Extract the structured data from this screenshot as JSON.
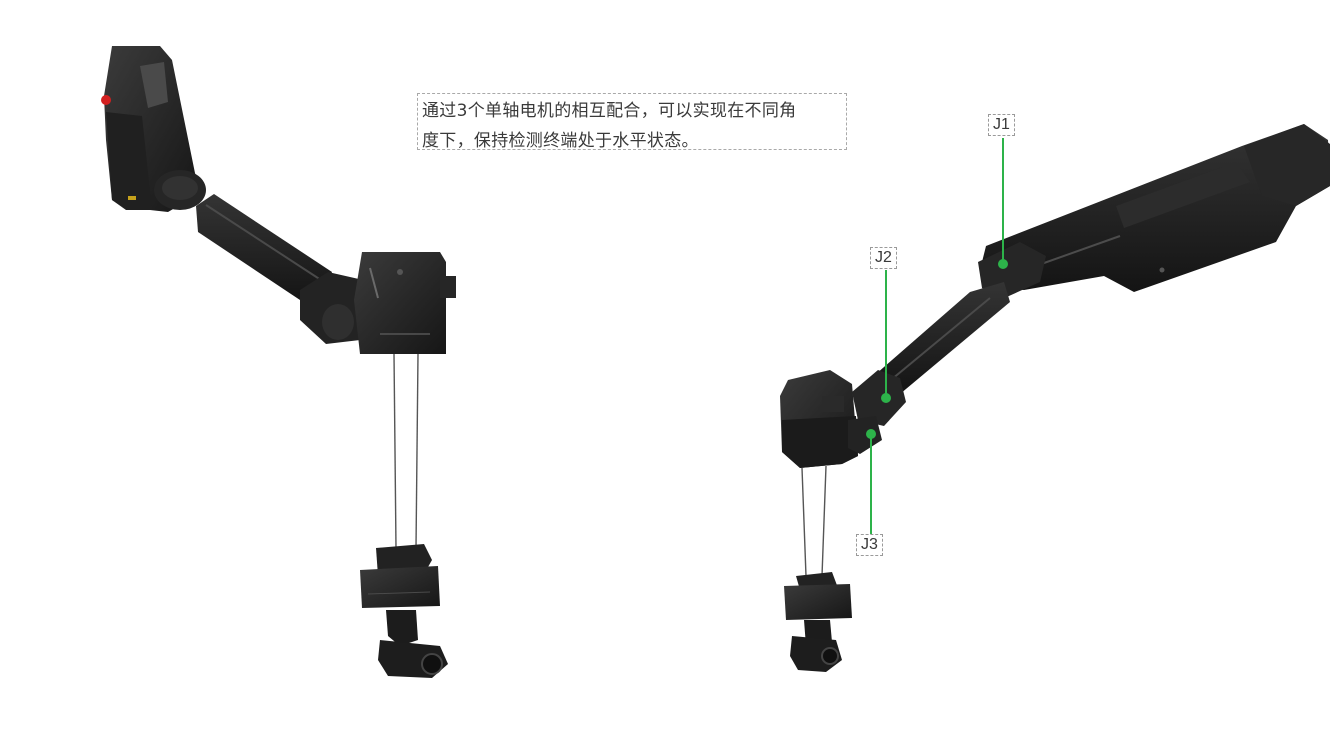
{
  "caption": {
    "line1": "通过3个单轴电机的相互配合，可以实现在不同角",
    "line2": "度下，保持检测终端处于水平状态。"
  },
  "joints": [
    {
      "label": "J1"
    },
    {
      "label": "J2"
    },
    {
      "label": "J3"
    }
  ],
  "colors": {
    "leader": "#2db34a",
    "device": "#1e1e1e",
    "device_highlight": "#3a3a3a",
    "accent_red": "#d32020",
    "border": "#a9a9a9"
  }
}
